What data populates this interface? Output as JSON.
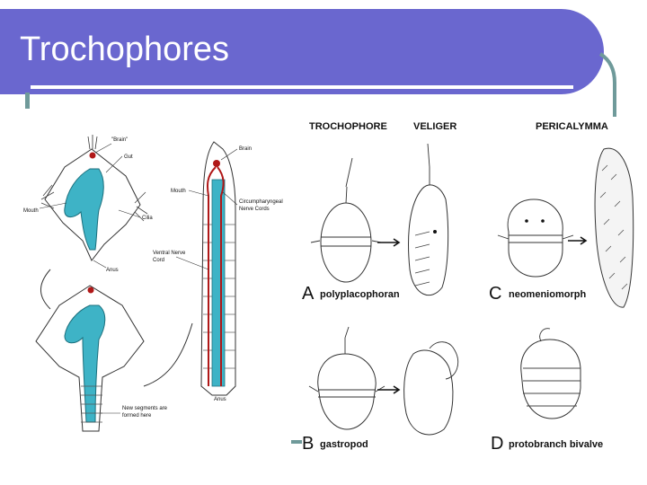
{
  "slide": {
    "title": "Trochophores",
    "colors": {
      "title_bar": "#6a67cf",
      "accent": "#6f9a9a",
      "body_fill": "#3eb3c6",
      "nerve": "#b01818"
    }
  },
  "left_figure": {
    "labels": {
      "brain_quoted": "\"Brain\"",
      "gut": "Gut",
      "mouth_left": "Mouth",
      "cilia": "Cilia",
      "anus_top": "Anus",
      "brain": "Brain",
      "mouth": "Mouth",
      "circum_1": "Circumpharyngeal",
      "circum_2": "Nerve Cords",
      "ventral_1": "Ventral Nerve",
      "ventral_2": "Cord",
      "anus_bottom": "Anus",
      "segments_1": "New segments are",
      "segments_2": "formed here"
    }
  },
  "right_figure": {
    "headers": {
      "trochophore": "TROCHOPHORE",
      "veliger": "VELIGER",
      "pericalymma": "PERICALYMMA"
    },
    "panels": {
      "a": {
        "letter": "A",
        "caption": "polyplacophoran"
      },
      "b": {
        "letter": "B",
        "caption": "gastropod"
      },
      "c": {
        "letter": "C",
        "caption": "neomeniomorph"
      },
      "d": {
        "letter": "D",
        "caption": "protobranch bivalve"
      }
    }
  }
}
